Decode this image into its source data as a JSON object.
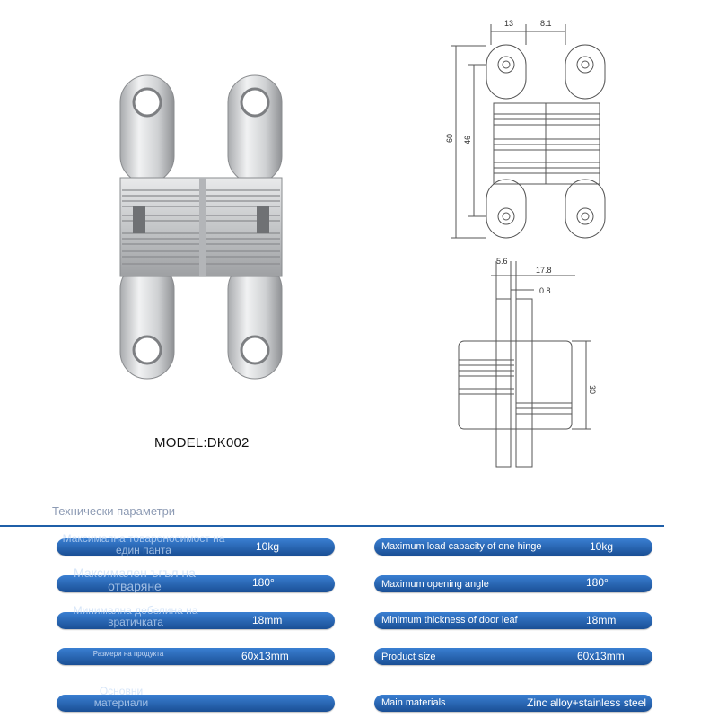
{
  "model": "MODEL:DK002",
  "section_title": "Технически параметри",
  "dimensions": {
    "top_width_a": "13",
    "top_width_b": "8.1",
    "height_total": "60",
    "height_hole": "46",
    "side_a": "5.6",
    "side_b": "17.8",
    "side_c": "0.8",
    "side_height": "30"
  },
  "params_bg": [
    {
      "label": "Максимална товароносимост на един панта",
      "value": "10kg"
    },
    {
      "label": "Максимален ъгъл на отваряне",
      "value": "180°"
    },
    {
      "label": "Минимална дебелина на вратичката",
      "value": "18mm"
    },
    {
      "label": "Размери на продукта",
      "value": "60x13mm"
    },
    {
      "label": "Основни материали",
      "value": ""
    }
  ],
  "params_en": [
    {
      "label": "Maximum load capacity of one hinge",
      "value": "10kg"
    },
    {
      "label": "Maximum opening angle",
      "value": "180°"
    },
    {
      "label": "Minimum thickness of door leaf",
      "value": "18mm"
    },
    {
      "label": "Product size",
      "value": "60x13mm"
    },
    {
      "label": "Main materials",
      "value": "Zinc alloy+stainless steel"
    }
  ]
}
